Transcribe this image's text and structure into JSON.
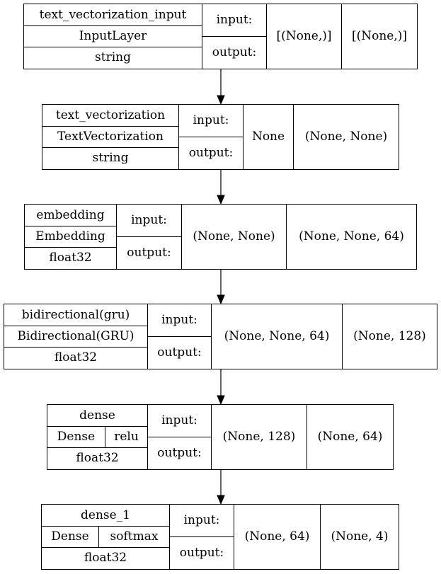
{
  "layers": [
    {
      "name": "text_vectorization_input",
      "class_name": "InputLayer",
      "dtype": "string",
      "input_label": "input:",
      "output_label": "output:",
      "input_shape": "[(None,)]",
      "output_shape": "[(None,)]"
    },
    {
      "name": "text_vectorization",
      "class_name": "TextVectorization",
      "dtype": "string",
      "input_label": "input:",
      "output_label": "output:",
      "input_shape": "None",
      "output_shape": "(None, None)"
    },
    {
      "name": "embedding",
      "class_name": "Embedding",
      "dtype": "float32",
      "input_label": "input:",
      "output_label": "output:",
      "input_shape": "(None, None)",
      "output_shape": "(None, None, 64)"
    },
    {
      "name": "bidirectional(gru)",
      "class_name": "Bidirectional(GRU)",
      "dtype": "float32",
      "input_label": "input:",
      "output_label": "output:",
      "input_shape": "(None, None, 64)",
      "output_shape": "(None, 128)"
    },
    {
      "name": "dense",
      "class_name": "Dense",
      "activation": "relu",
      "dtype": "float32",
      "input_label": "input:",
      "output_label": "output:",
      "input_shape": "(None, 128)",
      "output_shape": "(None, 64)"
    },
    {
      "name": "dense_1",
      "class_name": "Dense",
      "activation": "softmax",
      "dtype": "float32",
      "input_label": "input:",
      "output_label": "output:",
      "input_shape": "(None, 64)",
      "output_shape": "(None, 4)"
    }
  ],
  "colors": {
    "stroke": "#000000",
    "background": "#ffffff"
  }
}
